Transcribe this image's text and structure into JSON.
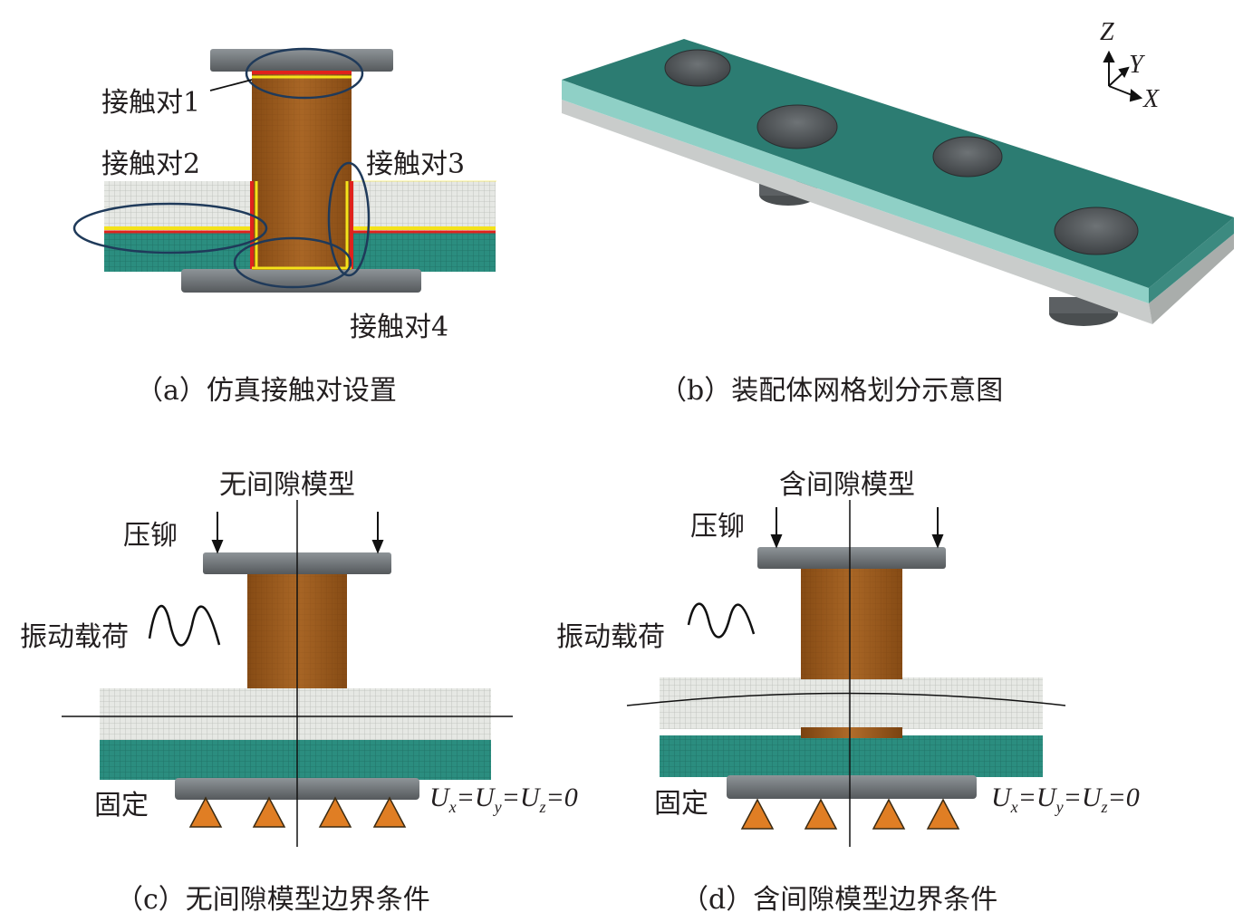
{
  "panel_a": {
    "caption": "（a）仿真接触对设置",
    "labels": {
      "pair1": "接触对1",
      "pair2": "接触对2",
      "pair3": "接触对3",
      "pair4": "接触对4"
    }
  },
  "panel_b": {
    "caption": "（b）装配体网格划分示意图",
    "axes": {
      "z": "Z",
      "y": "Y",
      "x": "X"
    }
  },
  "panel_c": {
    "caption": "（c）无间隙模型边界条件",
    "title": "无间隙模型",
    "press": "压铆",
    "vibration": "振动载荷",
    "fixed": "固定",
    "bc": {
      "u": "U",
      "sub_x": "x",
      "sub_y": "y",
      "sub_z": "z",
      "eq": "=",
      "zero": "0"
    }
  },
  "panel_d": {
    "caption": "（d）含间隙模型边界条件",
    "title": "含间隙模型",
    "press": "压铆",
    "vibration": "振动载荷",
    "fixed": "固定",
    "bc": {
      "u": "U",
      "sub_x": "x",
      "sub_y": "y",
      "sub_z": "z",
      "eq": "=",
      "zero": "0"
    }
  },
  "colors": {
    "rivet_gray": "#6f7478",
    "shank_brown": "#9a5a1c",
    "plate_light": "#e4e6e2",
    "plate_teal": "#2c8f80",
    "board_teal": "#2f7e74",
    "contact_red": "#e0221c",
    "contact_yellow": "#f4e21a",
    "ellipse_navy": "#1f3a5a",
    "support_orange": "#e07e24"
  }
}
